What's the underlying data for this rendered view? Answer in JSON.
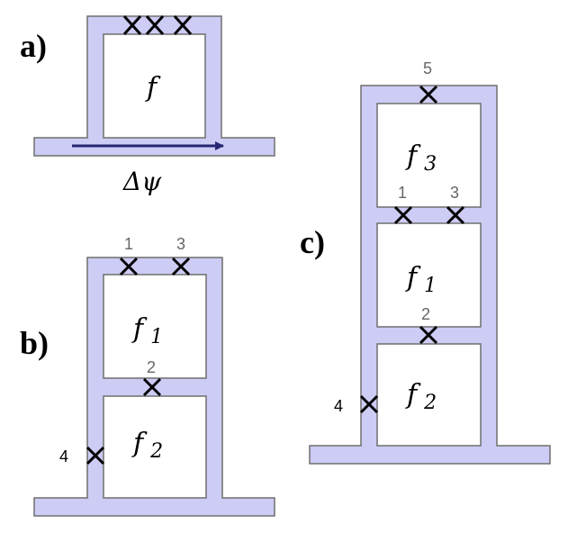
{
  "colors": {
    "band": "#ccccf5",
    "outline": "#6e6e6e",
    "arrow": "#262672",
    "junction": "#000000"
  },
  "panels": {
    "a": {
      "label": "a)",
      "flux_symbol": "f",
      "arrow_label": "Δψ",
      "junction_count": 3
    },
    "b": {
      "label": "b)",
      "loop_top": {
        "flux": "f",
        "sub": "1"
      },
      "loop_bottom": {
        "flux": "f",
        "sub": "2"
      },
      "junctions": {
        "j1": "1",
        "j2": "2",
        "j3": "3",
        "j4": "4"
      }
    },
    "c": {
      "label": "c)",
      "loop_top": {
        "flux": "f",
        "sub": "3"
      },
      "loop_middle": {
        "flux": "f",
        "sub": "1"
      },
      "loop_bottom": {
        "flux": "f",
        "sub": "2"
      },
      "junctions": {
        "j1": "1",
        "j2": "2",
        "j3": "3",
        "j4": "4",
        "j5": "5"
      }
    }
  }
}
